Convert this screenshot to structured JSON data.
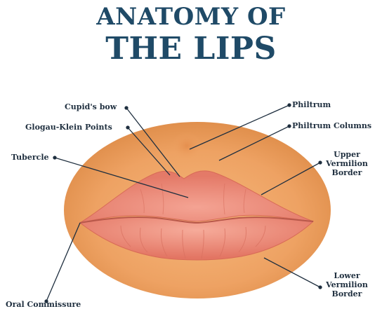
{
  "title": {
    "line1": "ANATOMY OF",
    "line2": "THE LIPS"
  },
  "labels": {
    "cupids_bow": "Cupid's bow",
    "glogau_klein": "Glogau-Klein Points",
    "tubercle": "Tubercle",
    "oral_commissure": "Oral Commissure",
    "philtrum": "Philtrum",
    "philtrum_columns": "Philtrum Columns",
    "upper_vermilion": [
      "Upper",
      "Vermilion",
      "Border"
    ],
    "lower_vermilion": [
      "Lower",
      "Vermilion",
      "Border"
    ]
  },
  "colors": {
    "title": "#1f4a67",
    "face_skin": "#e9a060",
    "lip": "#e9826f",
    "leader_line": "#1f2f3f"
  }
}
